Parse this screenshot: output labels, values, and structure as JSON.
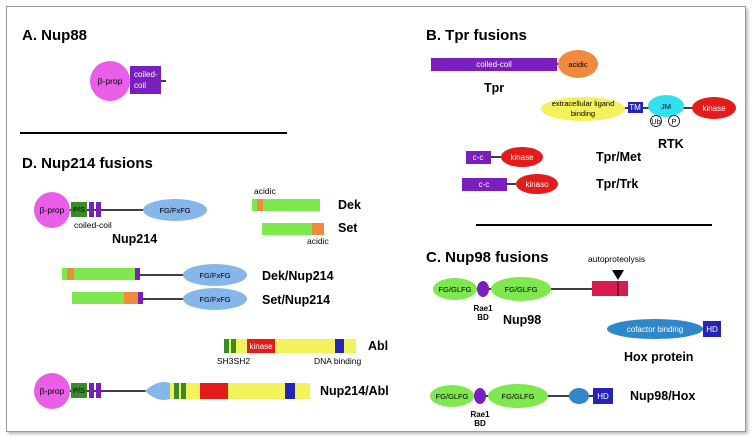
{
  "panel_a": {
    "title": "A.  Nup88",
    "b_prop": "β-prop",
    "coiled1": "coiled-",
    "coiled2": "coil"
  },
  "panel_b": {
    "title": "B.  Tpr fusions",
    "tpr_cc": "coiled-coil",
    "tpr_acidic": "acidic",
    "tpr_label": "Tpr",
    "rtk_ext1": "extracellular ligand",
    "rtk_ext2": "binding",
    "rtk_tm": "TM",
    "rtk_jm": "JM",
    "rtk_ub": "Ub",
    "rtk_p": "P",
    "rtk_kinase": "kinase",
    "rtk_label": "RTK",
    "met_cc": "c-c",
    "met_kinase": "kinase",
    "met_label": "Tpr/Met",
    "trk_cc": "c-c",
    "trk_kinase": "kinaso",
    "trk_label": "Tpr/Trk"
  },
  "panel_c": {
    "title": "C.  Nup98 fusions",
    "fg1": "FG/GLFG",
    "fg2": "FG/GLFG",
    "rae_a": "Rae1",
    "rae_b": "BD",
    "autoproteolysis": "autoproteolysis",
    "nup98_label": "Nup98",
    "cofactor": "cofactor binding",
    "hd": "HD",
    "hox_label": "Hox protein",
    "fh1": "FG/GLFG",
    "fh2": "FG/GLFG",
    "fh_hd": "HD",
    "fh_rae_a": "Rae1",
    "fh_rae_b": "BD",
    "nup98hox_label": "Nup98/Hox"
  },
  "panel_d": {
    "title": "D.  Nup214 fusions",
    "b_prop": "β-prop",
    "ps": "P/S",
    "coiled": "coiled-coil",
    "fg": "FG/FxFG",
    "nup214_label": "Nup214",
    "dek_acidic": "acidic",
    "dek_label": "Dek",
    "set_acidic": "acidic",
    "set_label": "Set",
    "dn_fg": "FG/FxFG",
    "dek_nup214_label": "Dek/Nup214",
    "sn_fg": "FG/FxFG",
    "set_nup214_label": "Set/Nup214",
    "abl_kinase": "kinase",
    "abl_sh": "SH3SH2",
    "abl_dna": "DNA binding",
    "abl_label": "Abl",
    "na_bprop": "β-prop",
    "na_ps": "P/S",
    "nup214abl_label": "Nup214/Abl"
  },
  "colors": {
    "magenta": "#e85ee6",
    "purple": "#7a1fbf",
    "navy": "#2424b8",
    "orange": "#f08a3c",
    "cyan": "#33e0f2",
    "yellow": "#f2f25a",
    "red": "#e21b1b",
    "green": "#7ee84e",
    "blue": "#86b6ea",
    "dkgreen": "#3a8a2a",
    "crimson": "#d81b52",
    "teal": "#2f86c8"
  }
}
